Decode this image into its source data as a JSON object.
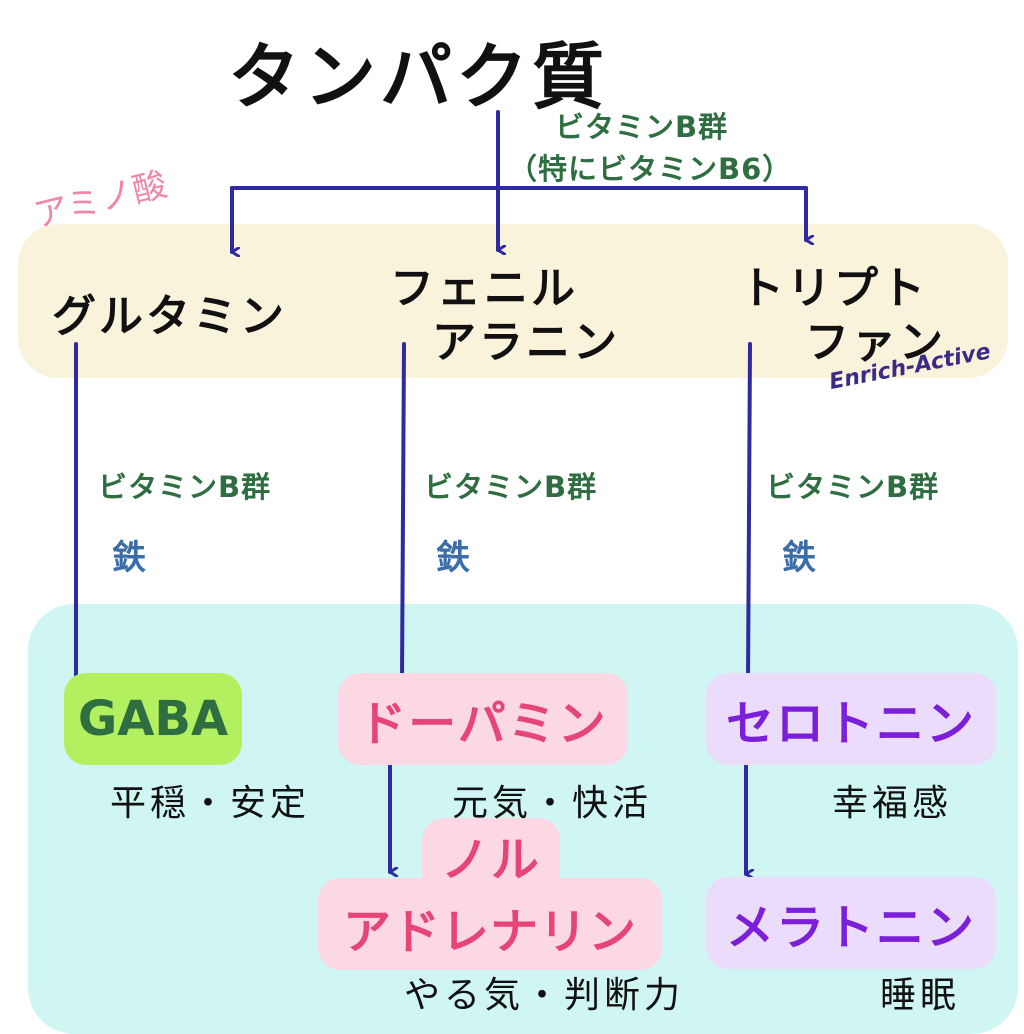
{
  "title": "タンパク質",
  "top_note": {
    "line1": "ビタミンB群",
    "line2": "（特にビタミンB6）"
  },
  "amino_acid_label": "アミノ酸",
  "watermark": "Enrich-Active",
  "amino_acids": {
    "glutamine": "グルタミン",
    "phenylalanine": {
      "line1": "フェニル",
      "line2": "アラニン"
    },
    "tryptophan": {
      "line1": "トリプト",
      "line2": "ファン"
    }
  },
  "cofactors": [
    {
      "vitamin": "ビタミンB群",
      "mineral": "鉄"
    },
    {
      "vitamin": "ビタミンB群",
      "mineral": "鉄"
    },
    {
      "vitamin": "ビタミンB群",
      "mineral": "鉄"
    }
  ],
  "neurotransmitters": {
    "gaba": {
      "name": "GABA",
      "effect": "平穏・安定"
    },
    "dopamine": {
      "name": "ドーパミン",
      "effect": "元気・快活"
    },
    "noradrenaline": {
      "line1": "ノル",
      "line2": "アドレナリン",
      "effect": "やる気・判断力"
    },
    "serotonin": {
      "name": "セロトニン",
      "effect": "幸福感"
    },
    "melatonin": {
      "name": "メラトニン",
      "effect": "睡眠"
    }
  },
  "colors": {
    "arrow": "#2f2aa3",
    "amino_band": "#faf3dc",
    "neuro_band": "#d0f6f4",
    "vitamin_text": "#2e6e40",
    "iron_text": "#3b6ea8",
    "gaba_box": "#b3f060",
    "dopamine_box": "#fbd8e4",
    "serotonin_box": "#ecdcfc"
  }
}
